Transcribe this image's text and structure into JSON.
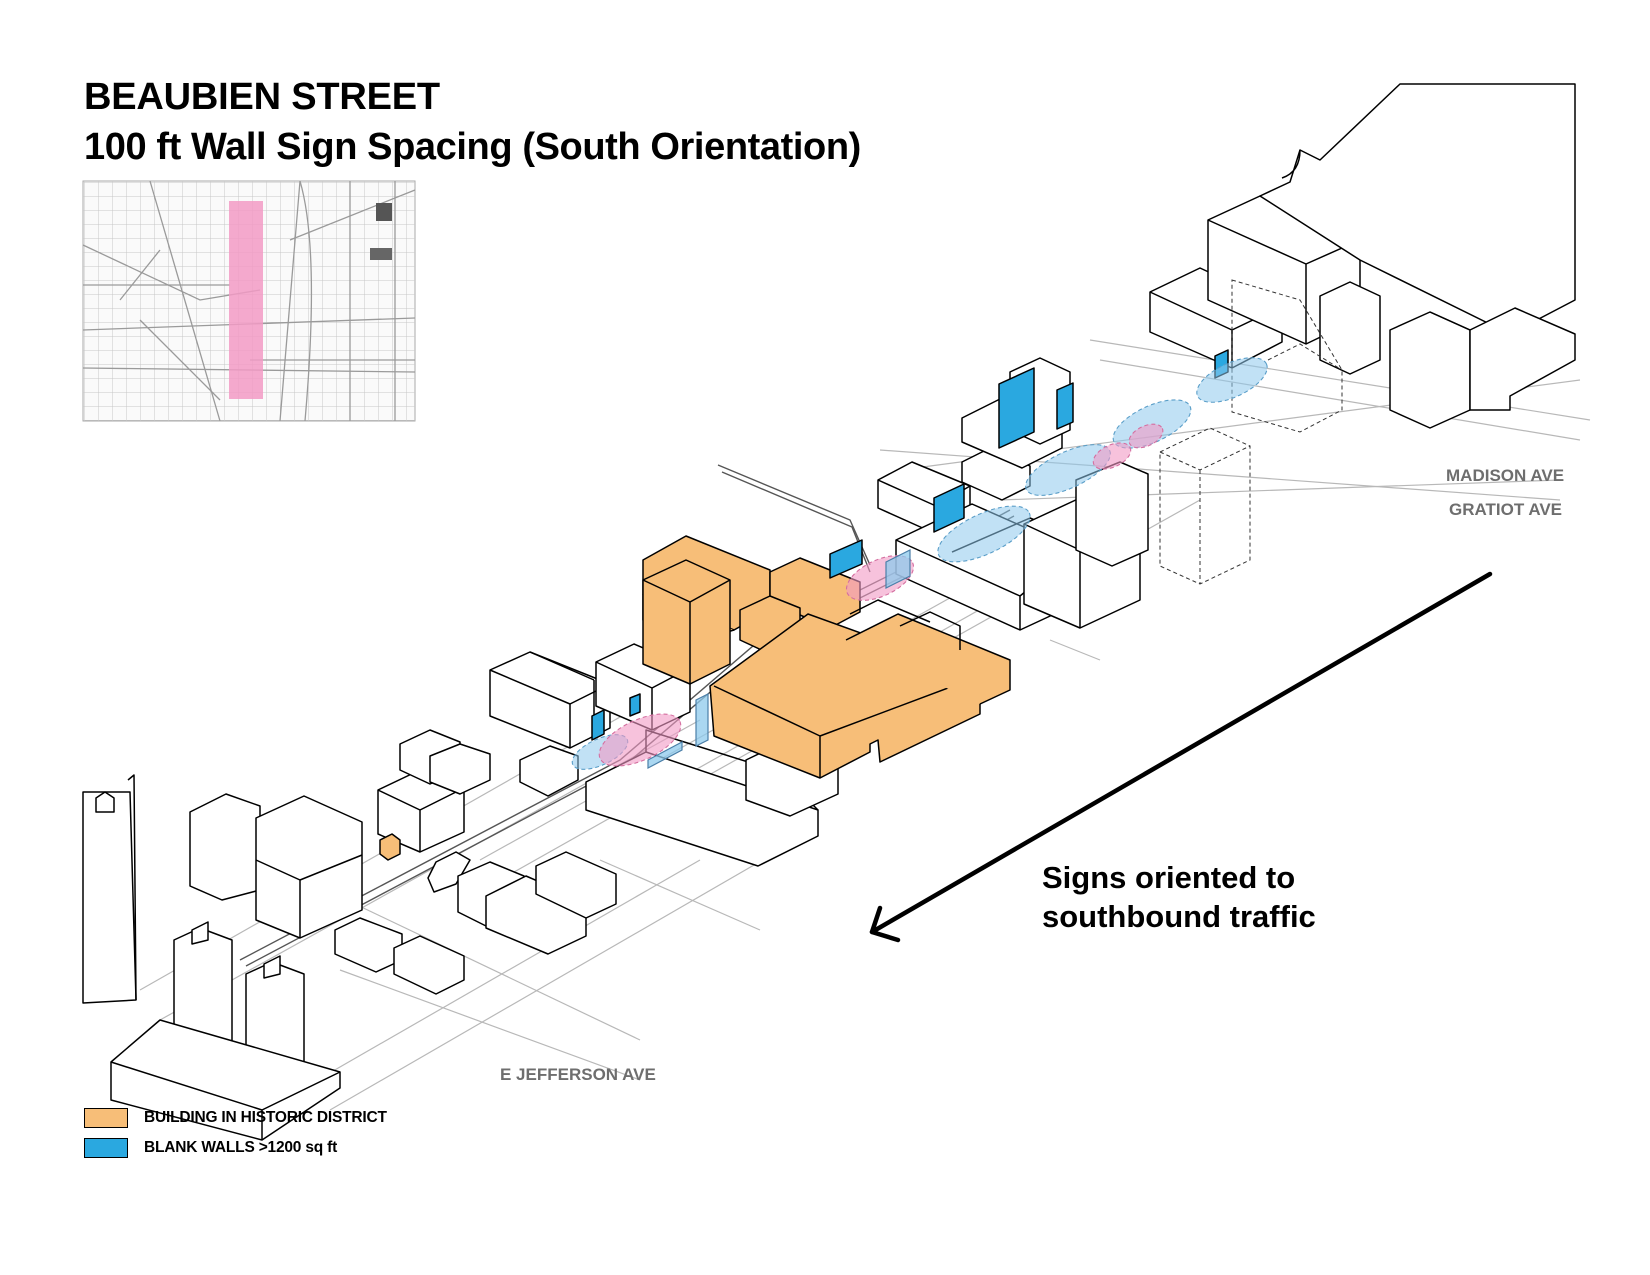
{
  "header": {
    "title": "BEAUBIEN STREET",
    "subtitle": "100 ft Wall Sign Spacing (South Orientation)"
  },
  "streets": {
    "madison": "MADISON AVE",
    "gratiot": "GRATIOT AVE",
    "jefferson": "E JEFFERSON AVE"
  },
  "callout": {
    "line1": "Signs oriented to",
    "line2": "southbound traffic"
  },
  "legend": {
    "historic": {
      "label": "BUILDING IN HISTORIC DISTRICT",
      "color": "#f7be78"
    },
    "blank_walls": {
      "label": "BLANK WALLS >1200 sq ft",
      "color": "#2aa8e0"
    }
  },
  "colors": {
    "historic_fill": "#f7be78",
    "blank_wall_fill": "#2aa8e0",
    "sign_zone_pink": "#f29ac4",
    "sign_zone_blue": "#8ec9ec",
    "locator_highlight": "#f29ac4",
    "street_label": "#6e6e6e"
  },
  "icons": {
    "direction_arrow": "arrow-down-left-icon"
  }
}
